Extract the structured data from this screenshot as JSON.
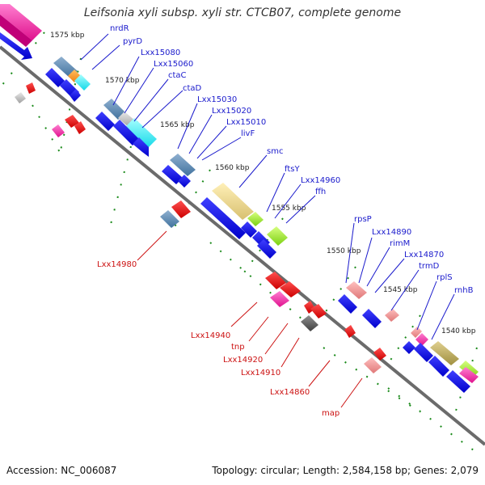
{
  "title": "Leifsonia xyli subsp. xyli str. CTCB07, complete genome",
  "footer": {
    "accession": "Accession: NC_006087",
    "summary": "Topology: circular; Length: 2,584,158 bp; Genes: 2,079"
  },
  "ticks": [
    {
      "label": "1575 kbp",
      "kbp": 1575
    },
    {
      "label": "1570 kbp",
      "kbp": 1570
    },
    {
      "label": "1565 kbp",
      "kbp": 1565
    },
    {
      "label": "1560 kbp",
      "kbp": 1560
    },
    {
      "label": "1555 kbp",
      "kbp": 1555
    },
    {
      "label": "1550 kbp",
      "kbp": 1550
    },
    {
      "label": "1545 kbp",
      "kbp": 1545
    },
    {
      "label": "1540 kbp",
      "kbp": 1540
    }
  ],
  "top_labels": [
    "nrdR",
    "pyrD",
    "Lxx15080",
    "Lxx15060",
    "ctaC",
    "ctaD",
    "Lxx15030",
    "Lxx15020",
    "Lxx15010",
    "livF",
    "smc",
    "ftsY",
    "Lxx14960",
    "ffh",
    "rpsP",
    "Lxx14890",
    "rimM",
    "Lxx14870",
    "trmD",
    "rplS",
    "rnhB"
  ],
  "bottom_labels": [
    "Lxx14980",
    "Lxx14940",
    "tnp",
    "Lxx14920",
    "Lxx14910",
    "Lxx14860",
    "map"
  ],
  "colors": {
    "backbone": "#888888",
    "blue_label": "#1a1acc",
    "red_label": "#cc1111",
    "fwd_gene": "#1010ee",
    "rev_gene": "#ee1111",
    "grid_dot": "#1a8a1a"
  }
}
